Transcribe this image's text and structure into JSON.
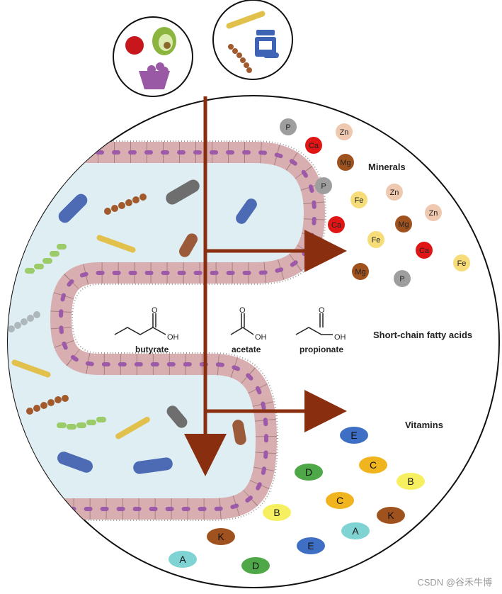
{
  "labels": {
    "minerals": "Minerals",
    "scfa": "Short-chain fatty acids",
    "vitamins": "Vitamins"
  },
  "acids": [
    {
      "name": "butyrate",
      "oh": "OH",
      "o": "O"
    },
    {
      "name": "acetate",
      "oh": "OH",
      "o": "O"
    },
    {
      "name": "propionate",
      "oh": "OH",
      "o": "O"
    }
  ],
  "minerals": [
    "P",
    "Ca",
    "Zn",
    "Mg",
    "P",
    "Zn",
    "Fe",
    "Ca",
    "Mg",
    "Zn",
    "Fe",
    "Ca",
    "Fe",
    "Mg",
    "P"
  ],
  "vitamins": [
    "E",
    "C",
    "D",
    "B",
    "C",
    "B",
    "K",
    "A",
    "E",
    "K",
    "A",
    "D"
  ],
  "colors": {
    "P": "#9e9e9e",
    "Ca": "#e01616",
    "Zn": "#efc8b0",
    "Mg": "#a0521e",
    "Fe": "#f6dd7a",
    "A": "#7fd3d3",
    "B": "#f6f060",
    "C": "#f0b41e",
    "D": "#4ea848",
    "E": "#3e6fc4",
    "K": "#a0521e",
    "arrow": "#8a2e10",
    "lumen": "#dfeef2",
    "cell": "#d9aeb0",
    "nucleus": "#9d5aa8"
  },
  "watermark": "CSDN @谷禾牛博"
}
